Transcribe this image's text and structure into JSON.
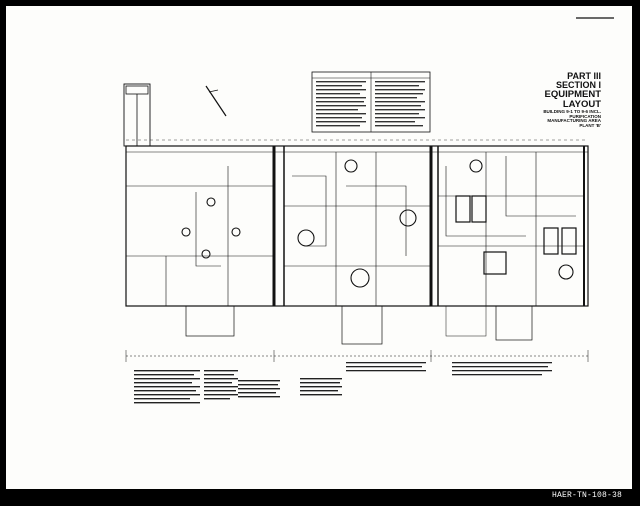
{
  "title_block": {
    "line1": "PART III",
    "line2": "SECTION I",
    "line3": "EQUIPMENT LAYOUT",
    "line4": "BUILDING 9-1 TO 9-6 INCL.",
    "line5": "PURIFICATION",
    "line6": "MANUFACTURING AREA",
    "line7": "PLANT 'B'"
  },
  "caption": "HAER-TN-108-38",
  "colors": {
    "ink": "#111111",
    "paper": "#fdfdfb",
    "border": "#000000"
  }
}
